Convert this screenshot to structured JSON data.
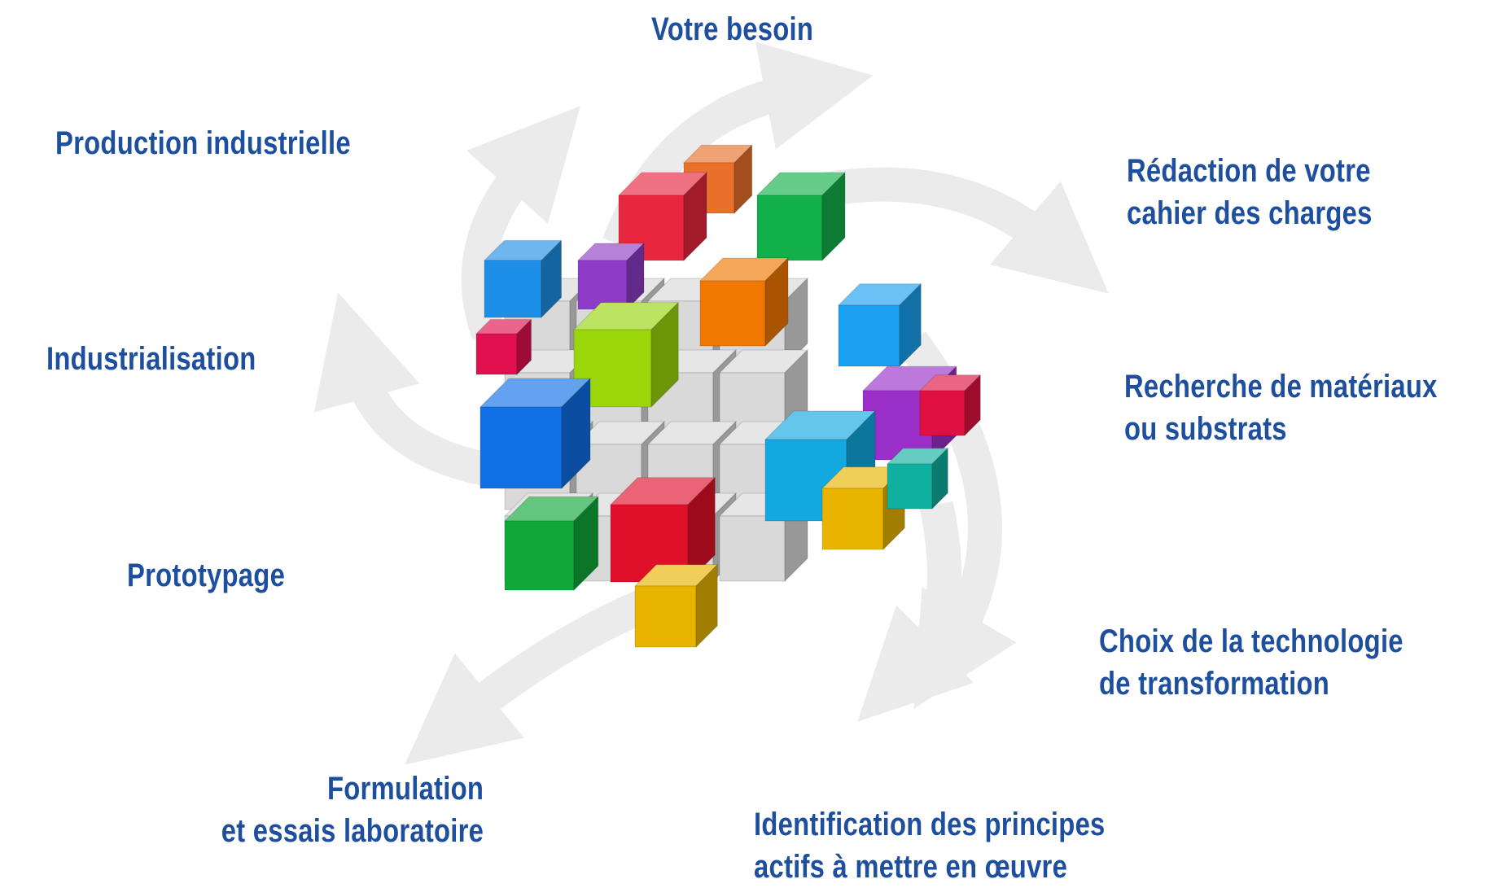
{
  "steps": {
    "need": {
      "line1": "Votre besoin"
    },
    "spec": {
      "line1": "Rédaction de votre",
      "line2": "cahier des charges"
    },
    "materials": {
      "line1": "Recherche de matériaux",
      "line2": "ou substrats"
    },
    "technology": {
      "line1": "Choix de la technologie",
      "line2": "de transformation"
    },
    "actives": {
      "line1": "Identification des principes",
      "line2": "actifs à mettre en œuvre"
    },
    "formulation": {
      "line1": "Formulation",
      "line2": "et essais laboratoire"
    },
    "prototyping": {
      "line1": "Prototypage"
    },
    "industrialisation": {
      "line1": "Industrialisation"
    },
    "production": {
      "line1": "Production industrielle"
    }
  },
  "colors": {
    "label": "#1d4f9e",
    "arrow": "#ebebeb"
  }
}
